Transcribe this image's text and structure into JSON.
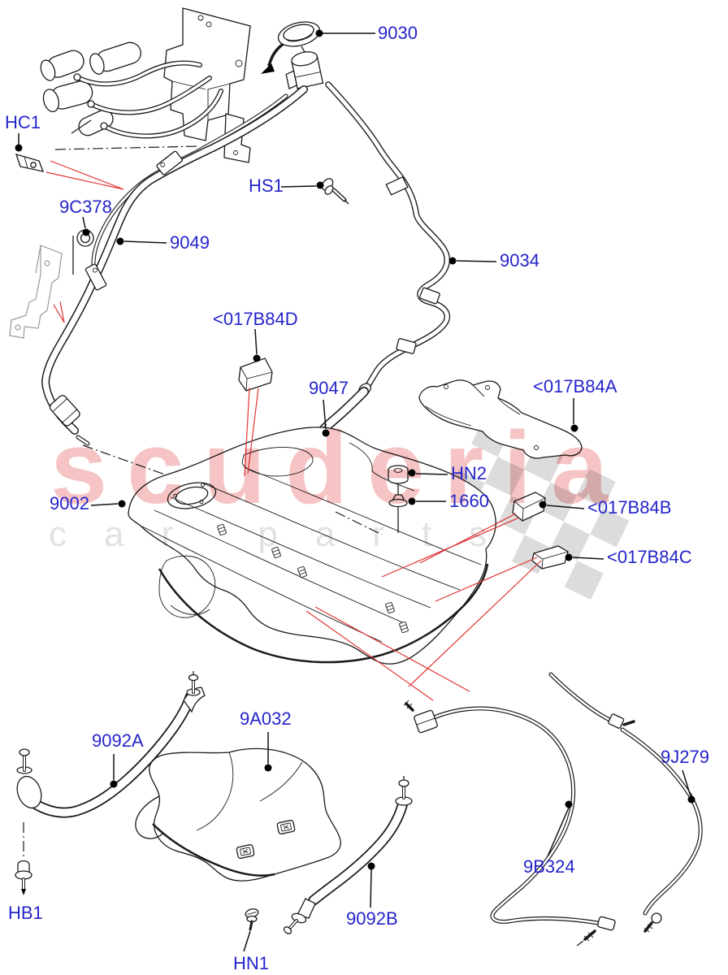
{
  "watermark": {
    "brand": "scuderia",
    "subtitle": "car parts"
  },
  "colors": {
    "label_blue": "#2424cb",
    "leader_red": "#e23434",
    "watermark_pink": "#f6c4c4",
    "watermark_gray": "#e2e2e2",
    "checker_gray": "#dcdcdc",
    "line_black": "#1a1a1a"
  },
  "labels": [
    {
      "id": "hc1",
      "text": "HC1"
    },
    {
      "id": "9030",
      "text": "9030"
    },
    {
      "id": "hs1",
      "text": "HS1"
    },
    {
      "id": "9c378",
      "text": "9C378"
    },
    {
      "id": "9049",
      "text": "9049"
    },
    {
      "id": "9034",
      "text": "9034"
    },
    {
      "id": "017b84d",
      "text": "<017B84D"
    },
    {
      "id": "9047",
      "text": "9047"
    },
    {
      "id": "017b84a",
      "text": "<017B84A"
    },
    {
      "id": "hn2",
      "text": "HN2"
    },
    {
      "id": "1660",
      "text": "1660"
    },
    {
      "id": "017b84b",
      "text": "<017B84B"
    },
    {
      "id": "017b84c",
      "text": "<017B84C"
    },
    {
      "id": "9002",
      "text": "9002"
    },
    {
      "id": "9092a",
      "text": "9092A"
    },
    {
      "id": "9a032",
      "text": "9A032"
    },
    {
      "id": "9j279",
      "text": "9J279"
    },
    {
      "id": "hb1",
      "text": "HB1"
    },
    {
      "id": "hn1",
      "text": "HN1"
    },
    {
      "id": "9092b",
      "text": "9092B"
    },
    {
      "id": "9b324",
      "text": "9B324"
    }
  ]
}
